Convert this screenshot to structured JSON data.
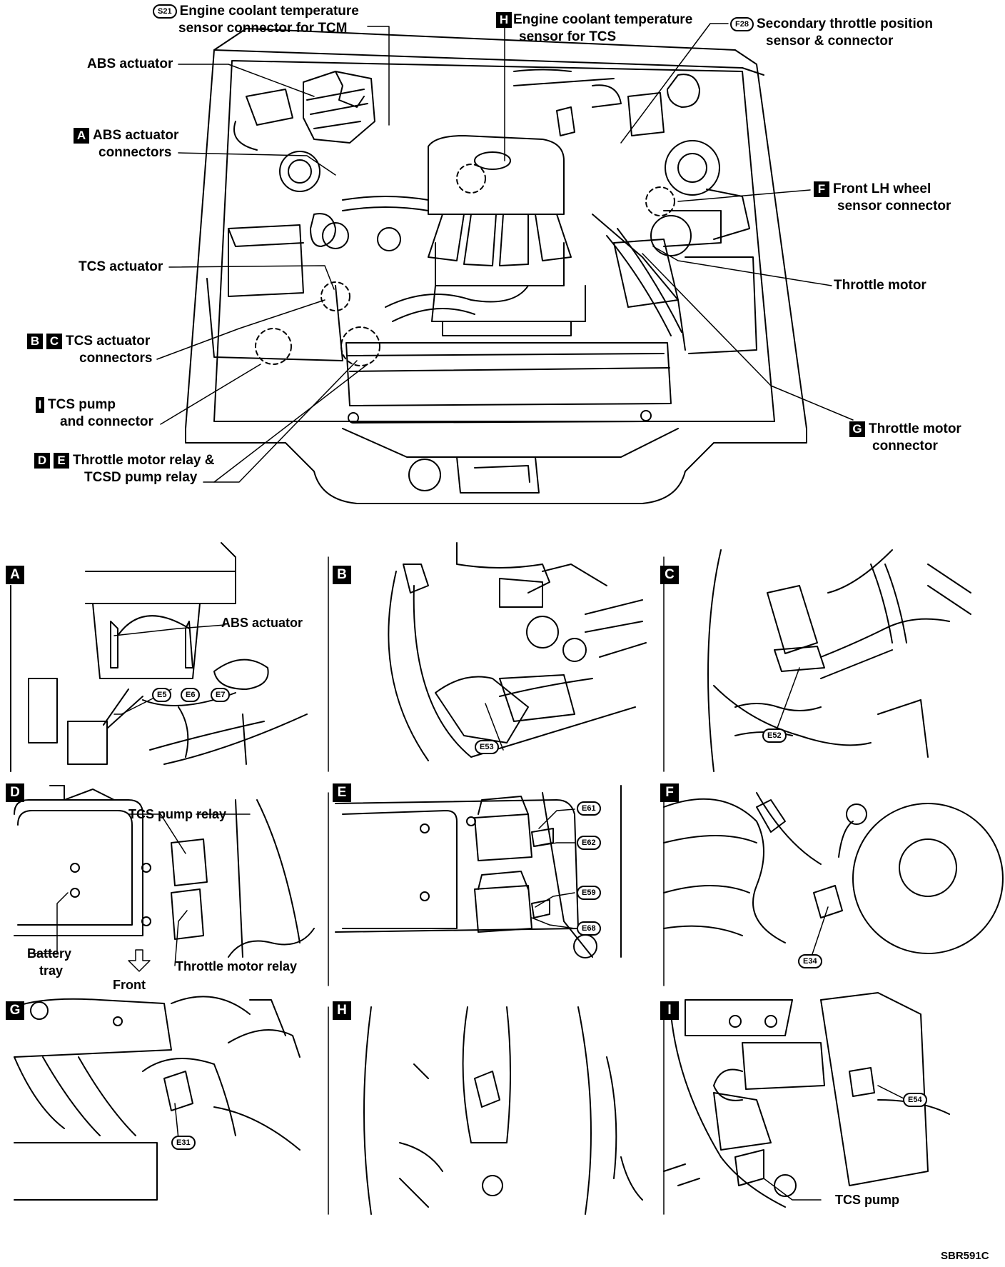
{
  "top_labels": {
    "ect_tcm_code": "S21",
    "ect_tcm_line1": "Engine coolant temperature",
    "ect_tcm_line2": "sensor connector for TCM",
    "ect_tcs_code": "H",
    "ect_tcs_line1": "Engine coolant temperature",
    "ect_tcs_line2": "sensor for TCS",
    "sec_tps_code": "F28",
    "sec_tps_line1": "Secondary throttle position",
    "sec_tps_line2": "sensor & connector",
    "abs_actuator": "ABS actuator",
    "abs_conn_code": "A",
    "abs_conn_line1": "ABS actuator",
    "abs_conn_line2": "connectors",
    "front_lh_code": "F",
    "front_lh_line1": "Front LH wheel",
    "front_lh_line2": "sensor connector",
    "tcs_actuator": "TCS actuator",
    "throttle_motor": "Throttle motor",
    "tcs_act_conn_code1": "B",
    "tcs_act_conn_code2": "C",
    "tcs_act_conn_line1": "TCS actuator",
    "tcs_act_conn_line2": "connectors",
    "tcs_pump_code": "I",
    "tcs_pump_line1": "TCS pump",
    "tcs_pump_line2": "and connector",
    "throttle_conn_code": "G",
    "throttle_conn_line1": "Throttle motor",
    "throttle_conn_line2": "connector",
    "relay_code1": "D",
    "relay_code2": "E",
    "relay_line1": "Throttle motor relay &",
    "relay_line2": "TCSD pump relay"
  },
  "panels": [
    {
      "letter": "A",
      "labels": [
        "ABS actuator"
      ],
      "codes": [
        "E5",
        "E6",
        "E7"
      ]
    },
    {
      "letter": "B",
      "labels": [],
      "codes": [
        "E53"
      ]
    },
    {
      "letter": "C",
      "labels": [],
      "codes": [
        "E52"
      ]
    },
    {
      "letter": "D",
      "labels": [
        "TCS pump relay",
        "Battery",
        "tray",
        "Front",
        "Throttle motor relay"
      ],
      "codes": []
    },
    {
      "letter": "E",
      "labels": [],
      "codes": [
        "E61",
        "E62",
        "E59",
        "E68"
      ]
    },
    {
      "letter": "F",
      "labels": [],
      "codes": [
        "E34"
      ]
    },
    {
      "letter": "G",
      "labels": [],
      "codes": [
        "E31"
      ]
    },
    {
      "letter": "H",
      "labels": [],
      "codes": []
    },
    {
      "letter": "I",
      "labels": [
        "TCS pump"
      ],
      "codes": [
        "E54"
      ]
    }
  ],
  "figure_code": "SBR591C"
}
